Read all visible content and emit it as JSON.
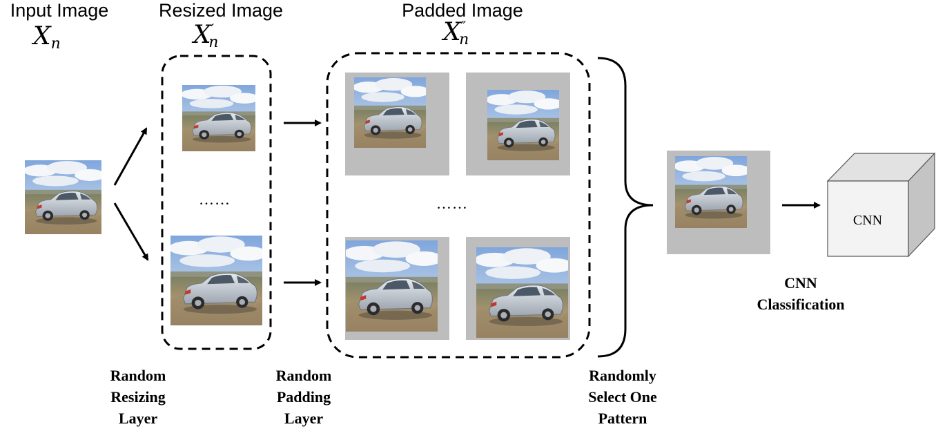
{
  "headings": {
    "input": "Input Image",
    "resized": "Resized Image",
    "padded": "Padded Image"
  },
  "symbols": {
    "input_base": "X",
    "input_sub": "n",
    "resized_base": "X",
    "resized_sub": "n",
    "resized_prime": "′",
    "padded_base": "X",
    "padded_sub": "n",
    "padded_prime": "″"
  },
  "ellipsis": "……",
  "captions": {
    "resizing": [
      "Random",
      "Resizing",
      "Layer"
    ],
    "padding": [
      "Random",
      "Padding",
      "Layer"
    ],
    "select": [
      "Randomly",
      "Select One",
      "Pattern"
    ],
    "classification": [
      "CNN",
      "Classification"
    ]
  },
  "cnn_label": "CNN",
  "colors": {
    "pad_gray": "#bdbdbd",
    "sky": "#a9c6e8",
    "cloud": "#f2f4f7",
    "horizon": "#8d8f7a",
    "ground": "#9a8a6c",
    "car_body": "#c9cfd6",
    "cube_front": "#f3f3f3",
    "cube_top": "#e2e2e2",
    "cube_side": "#c4c4c4"
  },
  "icons": [
    "car-photo-icon",
    "cnn-cube-icon",
    "curly-brace-icon",
    "arrow-icon"
  ]
}
